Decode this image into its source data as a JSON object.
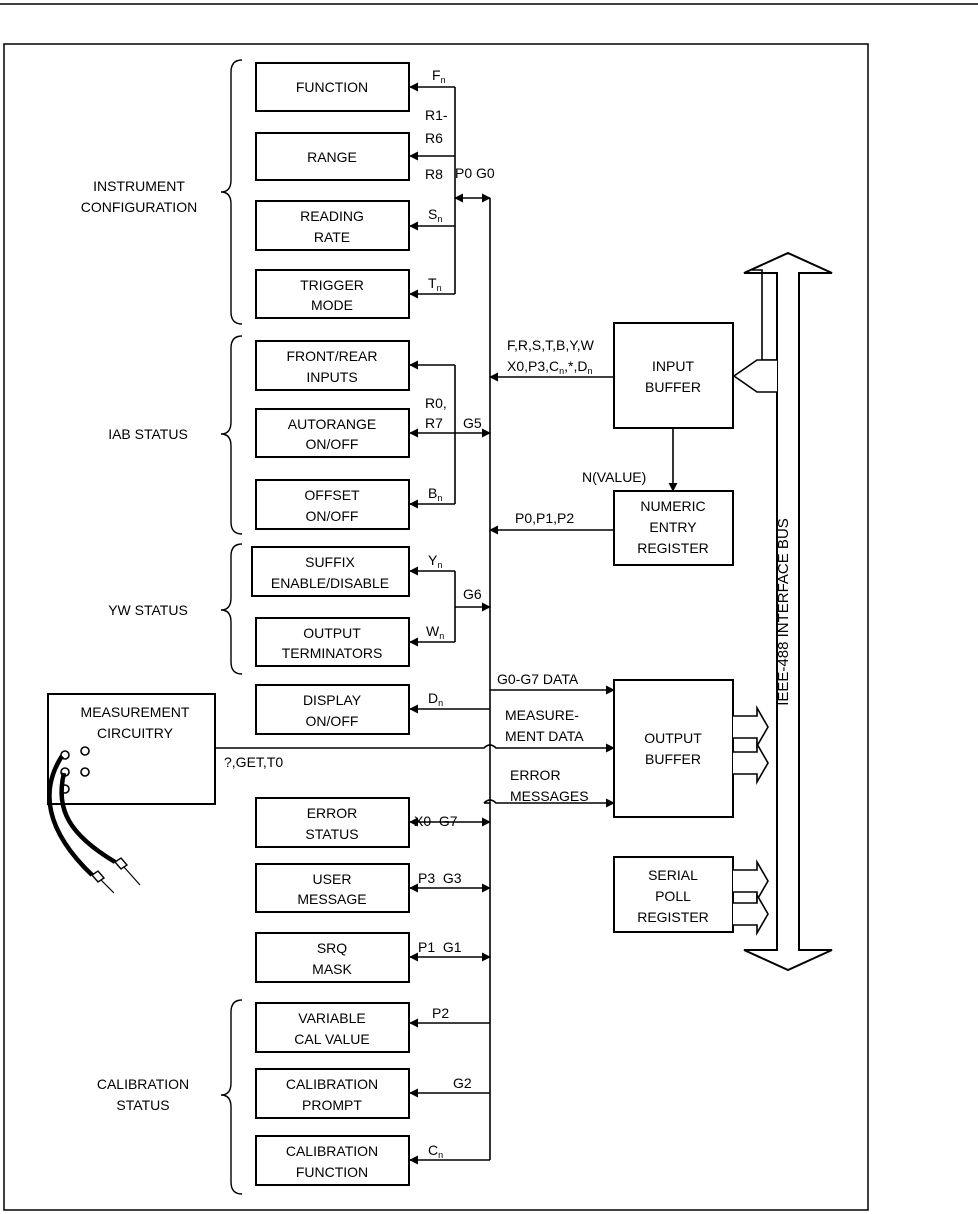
{
  "groups": {
    "instrument_configuration": [
      "INSTRUMENT",
      "CONFIGURATION"
    ],
    "iab_status": "IAB STATUS",
    "yw_status": "YW STATUS",
    "calibration_status": [
      "CALIBRATION",
      "STATUS"
    ]
  },
  "boxes": {
    "function": [
      "FUNCTION"
    ],
    "range": [
      "RANGE"
    ],
    "reading_rate": [
      "READING",
      "RATE"
    ],
    "trigger_mode": [
      "TRIGGER",
      "MODE"
    ],
    "front_rear": [
      "FRONT/REAR",
      "INPUTS"
    ],
    "autorange": [
      "AUTORANGE",
      "ON/OFF"
    ],
    "offset": [
      "OFFSET",
      "ON/OFF"
    ],
    "suffix": [
      "SUFFIX",
      "ENABLE/DISABLE"
    ],
    "output_terminators": [
      "OUTPUT",
      "TERMINATORS"
    ],
    "display": [
      "DISPLAY",
      "ON/OFF"
    ],
    "error_status": [
      "ERROR",
      "STATUS"
    ],
    "user_message": [
      "USER",
      "MESSAGE"
    ],
    "srq_mask": [
      "SRQ",
      "MASK"
    ],
    "variable_cal": [
      "VARIABLE",
      "CAL VALUE"
    ],
    "calibration_prompt": [
      "CALIBRATION",
      "PROMPT"
    ],
    "calibration_function": [
      "CALIBRATION",
      "FUNCTION"
    ],
    "measurement_circuitry": [
      "MEASUREMENT",
      "CIRCUITRY"
    ],
    "input_buffer": [
      "INPUT",
      "BUFFER"
    ],
    "numeric_entry": [
      "NUMERIC",
      "ENTRY",
      "REGISTER"
    ],
    "output_buffer": [
      "OUTPUT",
      "BUFFER"
    ],
    "serial_poll": [
      "SERIAL",
      "POLL",
      "REGISTER"
    ]
  },
  "signals": {
    "fn": "F",
    "r1_r6": [
      "R1-",
      "R6"
    ],
    "r8": "R8",
    "p0_g0": "P0 G0",
    "sn": "S",
    "tn": "T",
    "r0_r7": [
      "R0,",
      "R7"
    ],
    "g5": "G5",
    "bn": "B",
    "yn": "Y",
    "g6": "G6",
    "wn": "W",
    "dn": "D",
    "x0_g7": "X0  G7",
    "p3_g3": "P3  G3",
    "p1_g1": "P1  G1",
    "p2": "P2",
    "g2": "G2",
    "cn": "C",
    "subscript": "n",
    "input_cmds": [
      "F,R,S,T,B,Y,W",
      "X0,P3,C",
      ",*,D"
    ],
    "n_value": "N(VALUE)",
    "p0_p1_p2": "P0,P1,P2",
    "g0_g7_data": "G0-G7 DATA",
    "measurement_data": [
      "MEASURE-",
      "MENT DATA"
    ],
    "error_messages": [
      "ERROR",
      "MESSAGES"
    ],
    "get_t0": "?,GET,T0"
  },
  "bus_label": "IEEE-488 INTERFACE BUS"
}
